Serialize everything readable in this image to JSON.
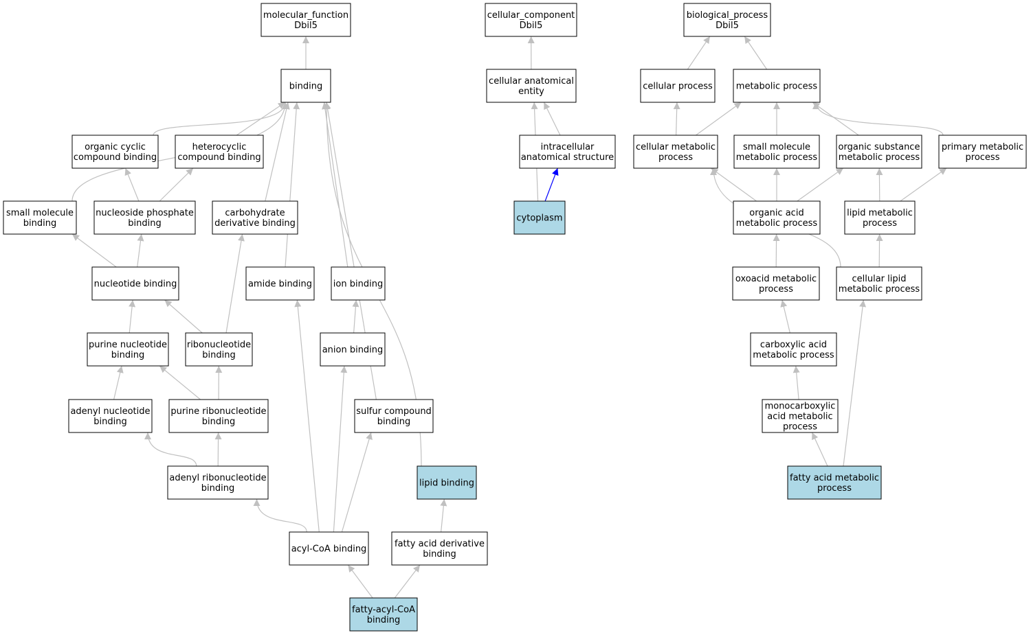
{
  "colors": {
    "node_default": "#ffffff",
    "node_highlight": "#add8e6",
    "edge_default": "#c0c0c0",
    "edge_highlight": "#0000ff",
    "border": "#000000"
  },
  "nodes": [
    {
      "id": "mf",
      "lines": [
        "molecular_function",
        "Dbil5"
      ],
      "highlight": false
    },
    {
      "id": "binding",
      "lines": [
        "binding"
      ],
      "highlight": false
    },
    {
      "id": "organic_cyclic",
      "lines": [
        "organic cyclic",
        "compound binding"
      ],
      "highlight": false
    },
    {
      "id": "heterocyclic",
      "lines": [
        "heterocyclic",
        "compound binding"
      ],
      "highlight": false
    },
    {
      "id": "small_mol_binding",
      "lines": [
        "small molecule",
        "binding"
      ],
      "highlight": false
    },
    {
      "id": "nucleoside_phosphate",
      "lines": [
        "nucleoside phosphate",
        "binding"
      ],
      "highlight": false
    },
    {
      "id": "carb_deriv",
      "lines": [
        "carbohydrate",
        "derivative binding"
      ],
      "highlight": false
    },
    {
      "id": "nucleotide_binding",
      "lines": [
        "nucleotide binding"
      ],
      "highlight": false
    },
    {
      "id": "amide_binding",
      "lines": [
        "amide binding"
      ],
      "highlight": false
    },
    {
      "id": "ion_binding",
      "lines": [
        "ion binding"
      ],
      "highlight": false
    },
    {
      "id": "purine_nucleotide",
      "lines": [
        "purine nucleotide",
        "binding"
      ],
      "highlight": false
    },
    {
      "id": "ribonucleotide",
      "lines": [
        "ribonucleotide",
        "binding"
      ],
      "highlight": false
    },
    {
      "id": "anion_binding",
      "lines": [
        "anion binding"
      ],
      "highlight": false
    },
    {
      "id": "adenyl_nucleotide",
      "lines": [
        "adenyl nucleotide",
        "binding"
      ],
      "highlight": false
    },
    {
      "id": "purine_ribonucleotide",
      "lines": [
        "purine ribonucleotide",
        "binding"
      ],
      "highlight": false
    },
    {
      "id": "sulfur_compound",
      "lines": [
        "sulfur compound",
        "binding"
      ],
      "highlight": false
    },
    {
      "id": "adenyl_ribonucleotide",
      "lines": [
        "adenyl ribonucleotide",
        "binding"
      ],
      "highlight": false
    },
    {
      "id": "lipid_binding",
      "lines": [
        "lipid binding"
      ],
      "highlight": true
    },
    {
      "id": "acyl_coa",
      "lines": [
        "acyl-CoA binding"
      ],
      "highlight": false
    },
    {
      "id": "fatty_acid_deriv",
      "lines": [
        "fatty acid derivative",
        "binding"
      ],
      "highlight": false
    },
    {
      "id": "fatty_acyl_coa",
      "lines": [
        "fatty-acyl-CoA",
        "binding"
      ],
      "highlight": true
    },
    {
      "id": "cc",
      "lines": [
        "cellular_component",
        "Dbil5"
      ],
      "highlight": false
    },
    {
      "id": "cae",
      "lines": [
        "cellular anatomical",
        "entity"
      ],
      "highlight": false
    },
    {
      "id": "ias",
      "lines": [
        "intracellular",
        "anatomical structure"
      ],
      "highlight": false
    },
    {
      "id": "cytoplasm",
      "lines": [
        "cytoplasm"
      ],
      "highlight": true
    },
    {
      "id": "bp",
      "lines": [
        "biological_process",
        "Dbil5"
      ],
      "highlight": false
    },
    {
      "id": "cellular_process",
      "lines": [
        "cellular process"
      ],
      "highlight": false
    },
    {
      "id": "metabolic_process",
      "lines": [
        "metabolic process"
      ],
      "highlight": false
    },
    {
      "id": "cellular_metabolic",
      "lines": [
        "cellular metabolic",
        "process"
      ],
      "highlight": false
    },
    {
      "id": "small_mol_metabolic",
      "lines": [
        "small molecule",
        "metabolic process"
      ],
      "highlight": false
    },
    {
      "id": "organic_substance",
      "lines": [
        "organic substance",
        "metabolic process"
      ],
      "highlight": false
    },
    {
      "id": "primary_metabolic",
      "lines": [
        "primary metabolic",
        "process"
      ],
      "highlight": false
    },
    {
      "id": "organic_acid",
      "lines": [
        "organic acid",
        "metabolic process"
      ],
      "highlight": false
    },
    {
      "id": "lipid_metabolic",
      "lines": [
        "lipid metabolic",
        "process"
      ],
      "highlight": false
    },
    {
      "id": "oxoacid",
      "lines": [
        "oxoacid metabolic",
        "process"
      ],
      "highlight": false
    },
    {
      "id": "cellular_lipid",
      "lines": [
        "cellular lipid",
        "metabolic process"
      ],
      "highlight": false
    },
    {
      "id": "carboxylic_acid",
      "lines": [
        "carboxylic acid",
        "metabolic process"
      ],
      "highlight": false
    },
    {
      "id": "monocarboxylic",
      "lines": [
        "monocarboxylic",
        "acid metabolic",
        "process"
      ],
      "highlight": false
    },
    {
      "id": "fatty_acid_metabolic",
      "lines": [
        "fatty acid metabolic",
        "process"
      ],
      "highlight": true
    }
  ],
  "edges": [
    {
      "from": "binding",
      "to": "mf",
      "highlight": false
    },
    {
      "from": "organic_cyclic",
      "to": "binding",
      "highlight": false
    },
    {
      "from": "heterocyclic",
      "to": "binding",
      "highlight": false
    },
    {
      "from": "small_mol_binding",
      "to": "binding",
      "highlight": false
    },
    {
      "from": "carb_deriv",
      "to": "binding",
      "highlight": false
    },
    {
      "from": "amide_binding",
      "to": "binding",
      "highlight": false
    },
    {
      "from": "ion_binding",
      "to": "binding",
      "highlight": false
    },
    {
      "from": "sulfur_compound",
      "to": "binding",
      "highlight": false
    },
    {
      "from": "lipid_binding",
      "to": "binding",
      "highlight": false
    },
    {
      "from": "nucleoside_phosphate",
      "to": "organic_cyclic",
      "highlight": false
    },
    {
      "from": "nucleoside_phosphate",
      "to": "heterocyclic",
      "highlight": false
    },
    {
      "from": "nucleotide_binding",
      "to": "small_mol_binding",
      "highlight": false
    },
    {
      "from": "nucleotide_binding",
      "to": "nucleoside_phosphate",
      "highlight": false
    },
    {
      "from": "purine_nucleotide",
      "to": "nucleotide_binding",
      "highlight": false
    },
    {
      "from": "ribonucleotide",
      "to": "nucleotide_binding",
      "highlight": false
    },
    {
      "from": "ribonucleotide",
      "to": "carb_deriv",
      "highlight": false
    },
    {
      "from": "adenyl_nucleotide",
      "to": "purine_nucleotide",
      "highlight": false
    },
    {
      "from": "purine_ribonucleotide",
      "to": "purine_nucleotide",
      "highlight": false
    },
    {
      "from": "purine_ribonucleotide",
      "to": "ribonucleotide",
      "highlight": false
    },
    {
      "from": "adenyl_ribonucleotide",
      "to": "adenyl_nucleotide",
      "highlight": false
    },
    {
      "from": "adenyl_ribonucleotide",
      "to": "purine_ribonucleotide",
      "highlight": false
    },
    {
      "from": "anion_binding",
      "to": "ion_binding",
      "highlight": false
    },
    {
      "from": "acyl_coa",
      "to": "adenyl_ribonucleotide",
      "highlight": false
    },
    {
      "from": "acyl_coa",
      "to": "amide_binding",
      "highlight": false
    },
    {
      "from": "acyl_coa",
      "to": "anion_binding",
      "highlight": false
    },
    {
      "from": "acyl_coa",
      "to": "sulfur_compound",
      "highlight": false
    },
    {
      "from": "fatty_acid_deriv",
      "to": "lipid_binding",
      "highlight": false
    },
    {
      "from": "fatty_acyl_coa",
      "to": "acyl_coa",
      "highlight": false
    },
    {
      "from": "fatty_acyl_coa",
      "to": "fatty_acid_deriv",
      "highlight": false
    },
    {
      "from": "cae",
      "to": "cc",
      "highlight": false
    },
    {
      "from": "ias",
      "to": "cae",
      "highlight": false
    },
    {
      "from": "cytoplasm",
      "to": "cae",
      "highlight": false
    },
    {
      "from": "cytoplasm",
      "to": "ias",
      "highlight": true
    },
    {
      "from": "cellular_process",
      "to": "bp",
      "highlight": false
    },
    {
      "from": "metabolic_process",
      "to": "bp",
      "highlight": false
    },
    {
      "from": "cellular_metabolic",
      "to": "cellular_process",
      "highlight": false
    },
    {
      "from": "cellular_metabolic",
      "to": "metabolic_process",
      "highlight": false
    },
    {
      "from": "small_mol_metabolic",
      "to": "metabolic_process",
      "highlight": false
    },
    {
      "from": "organic_substance",
      "to": "metabolic_process",
      "highlight": false
    },
    {
      "from": "primary_metabolic",
      "to": "metabolic_process",
      "highlight": false
    },
    {
      "from": "organic_acid",
      "to": "cellular_metabolic",
      "highlight": false
    },
    {
      "from": "organic_acid",
      "to": "small_mol_metabolic",
      "highlight": false
    },
    {
      "from": "organic_acid",
      "to": "organic_substance",
      "highlight": false
    },
    {
      "from": "lipid_metabolic",
      "to": "organic_substance",
      "highlight": false
    },
    {
      "from": "lipid_metabolic",
      "to": "primary_metabolic",
      "highlight": false
    },
    {
      "from": "oxoacid",
      "to": "organic_acid",
      "highlight": false
    },
    {
      "from": "cellular_lipid",
      "to": "cellular_metabolic",
      "highlight": false
    },
    {
      "from": "cellular_lipid",
      "to": "lipid_metabolic",
      "highlight": false
    },
    {
      "from": "carboxylic_acid",
      "to": "oxoacid",
      "highlight": false
    },
    {
      "from": "monocarboxylic",
      "to": "carboxylic_acid",
      "highlight": false
    },
    {
      "from": "fatty_acid_metabolic",
      "to": "monocarboxylic",
      "highlight": false
    },
    {
      "from": "fatty_acid_metabolic",
      "to": "cellular_lipid",
      "highlight": false
    }
  ]
}
